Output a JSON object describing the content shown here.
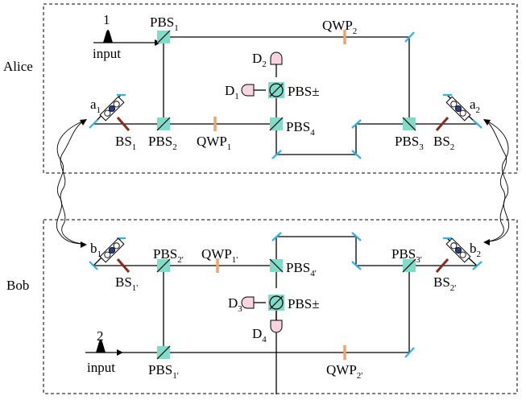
{
  "parties": {
    "alice": "Alice",
    "bob": "Bob"
  },
  "inputs": {
    "alice": {
      "number": "1",
      "label": "input"
    },
    "bob": {
      "number": "2",
      "label": "input"
    }
  },
  "alice": {
    "pbs1": {
      "base": "PBS",
      "sub": "1"
    },
    "pbs2": {
      "base": "PBS",
      "sub": "2"
    },
    "pbs3": {
      "base": "PBS",
      "sub": "3"
    },
    "pbs4": {
      "base": "PBS",
      "sub": "4"
    },
    "pbs_pm": "PBS±",
    "qwp1": {
      "base": "QWP",
      "sub": "1"
    },
    "qwp2": {
      "base": "QWP",
      "sub": "2"
    },
    "bs1": {
      "base": "BS",
      "sub": "1"
    },
    "bs2": {
      "base": "BS",
      "sub": "2"
    },
    "d1": {
      "base": "D",
      "sub": "1"
    },
    "d2": {
      "base": "D",
      "sub": "2"
    },
    "a1": {
      "base": "a",
      "sub": "1"
    },
    "a2": {
      "base": "a",
      "sub": "2"
    }
  },
  "bob": {
    "pbs1": {
      "base": "PBS",
      "sub": "1'"
    },
    "pbs2": {
      "base": "PBS",
      "sub": "2'"
    },
    "pbs3": {
      "base": "PBS",
      "sub": "3'"
    },
    "pbs4": {
      "base": "PBS",
      "sub": "4'"
    },
    "pbs_pm": "PBS±",
    "qwp1": {
      "base": "QWP",
      "sub": "1'"
    },
    "qwp2": {
      "base": "QWP",
      "sub": "2'"
    },
    "bs1": {
      "base": "BS",
      "sub": "1'"
    },
    "bs2": {
      "base": "BS",
      "sub": "2'"
    },
    "d3": {
      "base": "D",
      "sub": "3"
    },
    "d4": {
      "base": "D",
      "sub": "4"
    },
    "b1": {
      "base": "b",
      "sub": "1"
    },
    "b2": {
      "base": "b",
      "sub": "2"
    }
  },
  "colors": {
    "mirror": "#29b6e6",
    "beam_splitter": "#8b2a1a",
    "quarter_wave_plate": "#f2a36a",
    "pbs": "#7fdcc8",
    "detector": "#f6d4e0"
  }
}
